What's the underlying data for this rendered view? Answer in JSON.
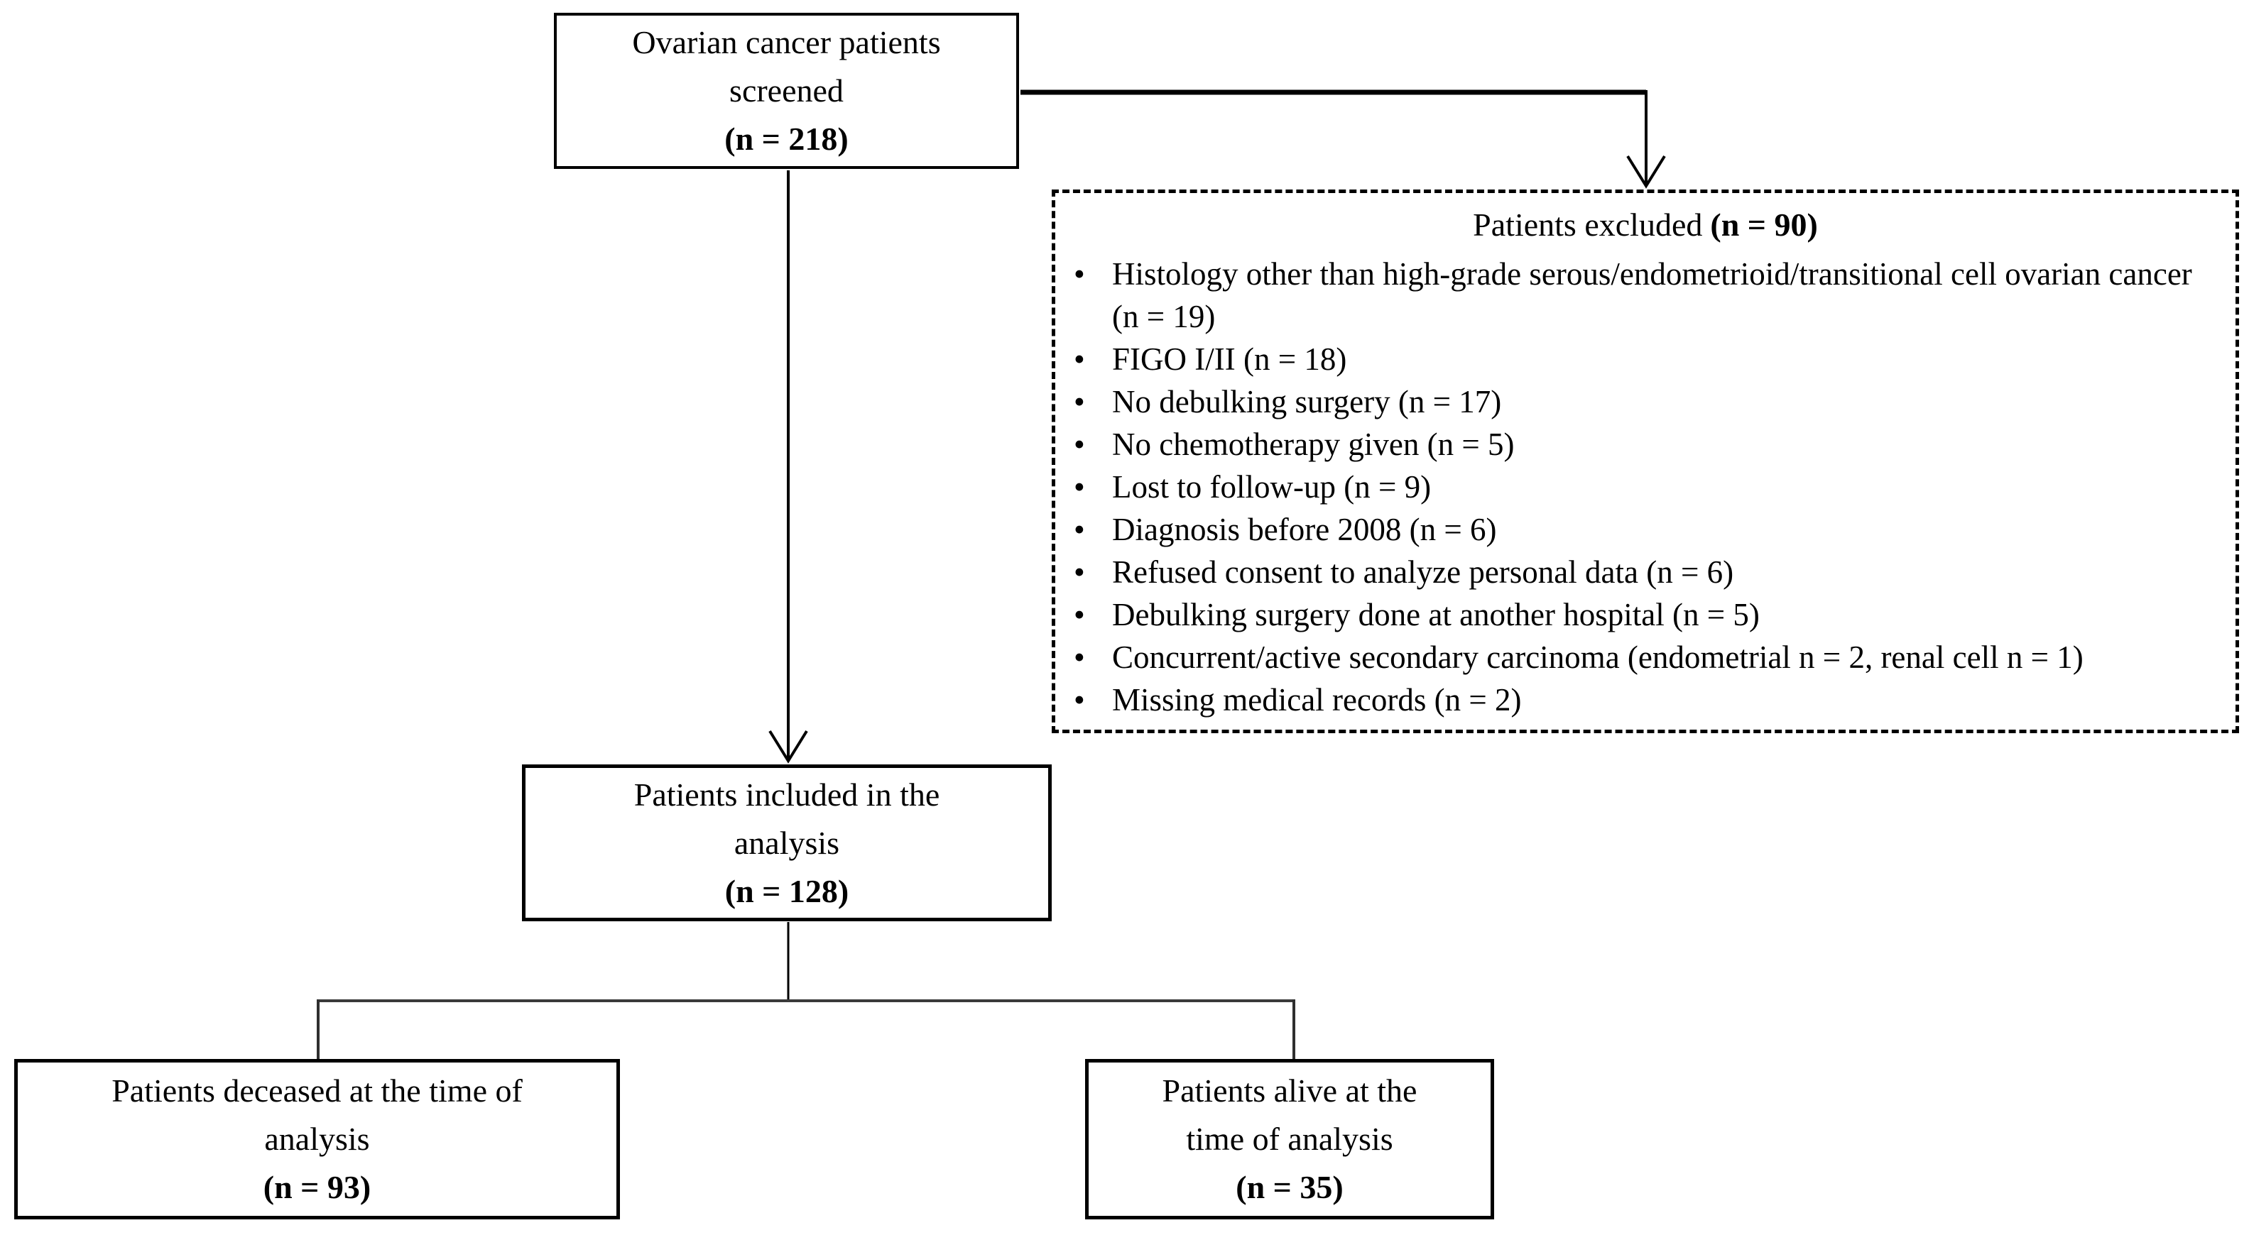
{
  "bullet_char": "•",
  "colors": {
    "border": "#000000",
    "text": "#000000",
    "background": "#ffffff",
    "branch_line": "#3a3a3a"
  },
  "boxes": {
    "screened": {
      "line1": "Ovarian cancer patients",
      "line2": "screened",
      "n": "(n = 218)"
    },
    "excluded": {
      "title": "Patients excluded",
      "title_n": "(n = 90)",
      "bullets": [
        "Histology other than high-grade serous/endometrioid/transitional cell ovarian cancer (n = 19)",
        "FIGO I/II (n = 18)",
        "No debulking surgery (n = 17)",
        "No chemotherapy given (n = 5)",
        "Lost to follow-up (n = 9)",
        "Diagnosis before 2008 (n = 6)",
        "Refused consent to analyze personal data (n = 6)",
        "Debulking surgery done at another hospital (n = 5)",
        "Concurrent/active secondary carcinoma (endometrial n = 2, renal cell n = 1)",
        "Missing medical records (n = 2)"
      ]
    },
    "included": {
      "line1": "Patients included in the",
      "line2": "analysis",
      "n": "(n = 128)"
    },
    "deceased": {
      "line1": "Patients deceased at the time of",
      "line2": "analysis",
      "n": "(n = 93)"
    },
    "alive": {
      "line1": "Patients alive at the",
      "line2": "time of analysis",
      "n": "(n = 35)"
    }
  }
}
